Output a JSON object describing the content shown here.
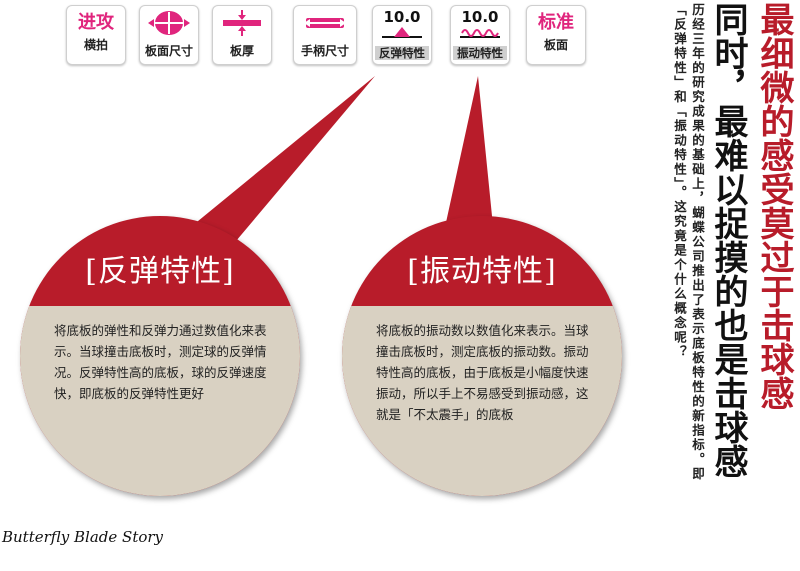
{
  "tiles": [
    {
      "top": "进攻",
      "label": "横拍"
    },
    {
      "label": "板面尺寸"
    },
    {
      "label": "板厚"
    },
    {
      "label": "手柄尺寸"
    },
    {
      "number": "10.0",
      "label": "反弹特性"
    },
    {
      "number": "10.0",
      "label": "振动特性"
    },
    {
      "top": "标准",
      "label": "板面"
    }
  ],
  "circle_left": {
    "title": "[反弹特性]",
    "body": "将底板的弹性和反弹力通过数值化来表示。当球撞击底板时，测定球的反弹情况。反弹特性高的底板，球的反弹速度快，即底板的反弹特性更好"
  },
  "circle_right": {
    "title": "[振动特性]",
    "body": "将底板的振动数以数值化来表示。当球撞击底板时，测定底板的振动数。振动特性高的底板，由于底板是小幅度快速振动，所以手上不易感受到振动感，这就是「不太震手」的底板"
  },
  "vertical": {
    "small": "历经三年的研究成果的基础上，蝴蝶公司推出了表示底板特性的新指标。即「反弹特性」和「振动特性」。这究竟是个什么概念呢？",
    "big_red": "最细微的感受莫过于击球感",
    "big_black": "同时，最难以捉摸的也是击球感"
  },
  "caption": "Butterfly Blade Story",
  "colors": {
    "accent_pink": "#e0257d",
    "circle_red": "#b81c2a",
    "circle_beige": "#d9d1c2"
  }
}
